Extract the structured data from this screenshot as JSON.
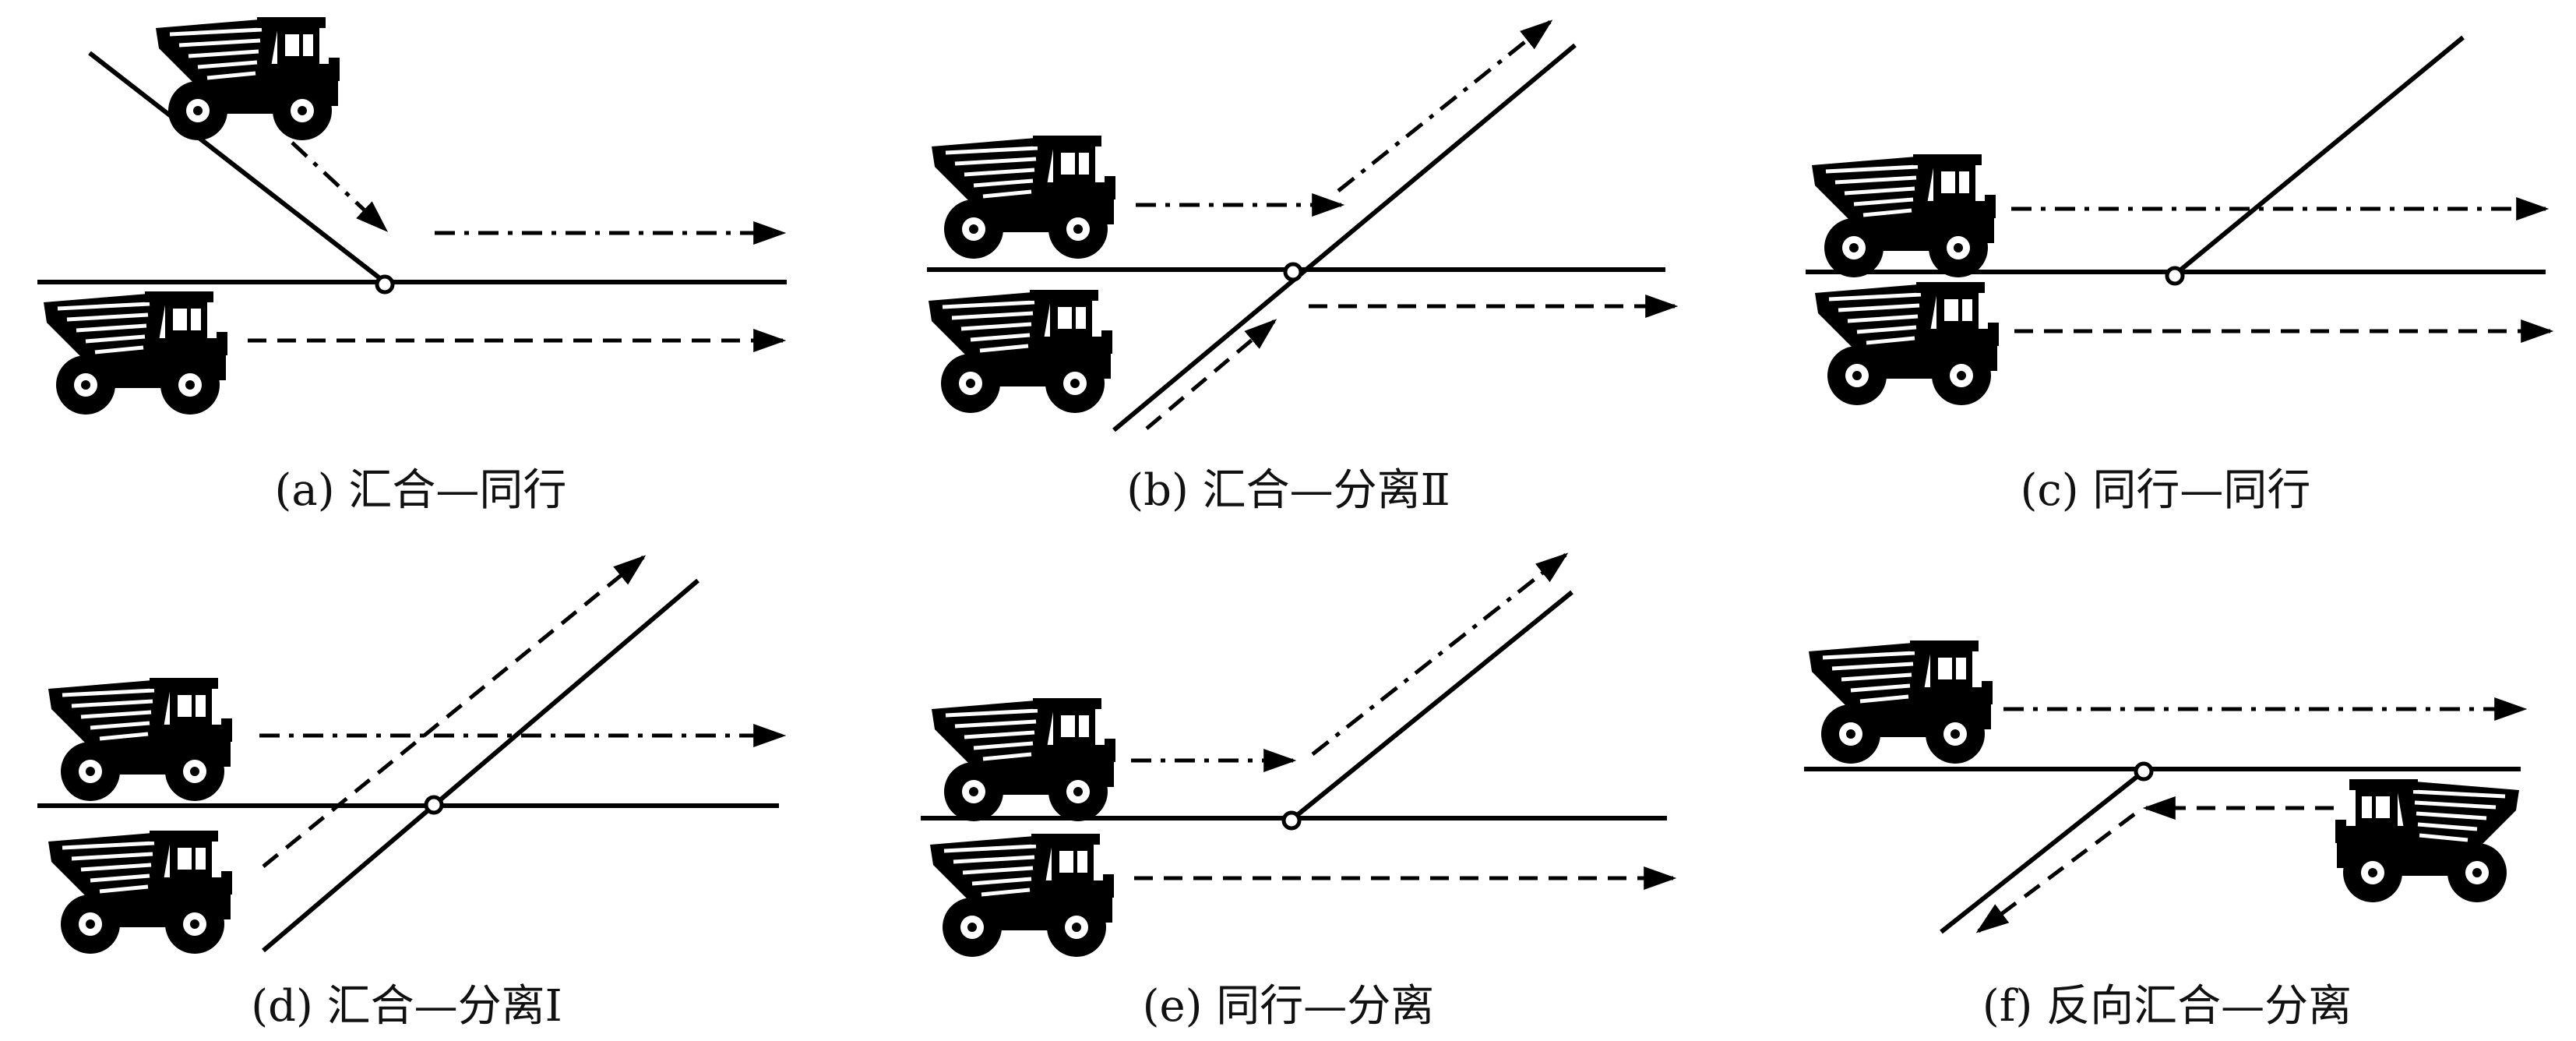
{
  "colors": {
    "ink": "#000000",
    "background": "#ffffff",
    "junction_fill": "#ffffff"
  },
  "icons": {
    "vehicle": "mining-dump-truck-icon"
  },
  "panels": [
    {
      "id": "a",
      "caption": "(a) 汇合—同行"
    },
    {
      "id": "b",
      "caption": "(b) 汇合—分离Ⅱ"
    },
    {
      "id": "c",
      "caption": "(c) 同行—同行"
    },
    {
      "id": "d",
      "caption": "(d) 汇合—分离Ⅰ"
    },
    {
      "id": "e",
      "caption": "(e) 同行—分离"
    },
    {
      "id": "f",
      "caption": "(f) 反向汇合—分离"
    }
  ]
}
